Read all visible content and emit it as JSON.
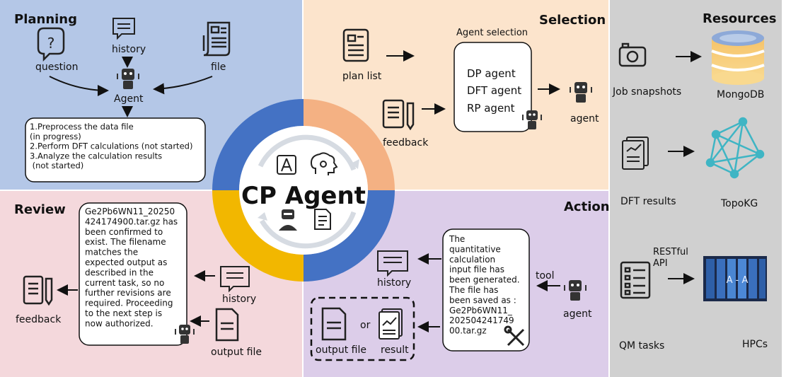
{
  "center": {
    "title": "CP Agent"
  },
  "planning": {
    "title": "Planning",
    "question_label": "question",
    "history_label": "history",
    "file_label": "file",
    "agent_label": "Agent",
    "plan_text": "1.Preprocess the data file\n(in progress)\n2.Perform DFT calculations (not started)\n3.Analyze the calculation results\n (not started)"
  },
  "selection": {
    "title": "Selection",
    "agent_selection_label": "Agent selection",
    "plan_list_label": "plan list",
    "feedback_label": "feedback",
    "agents": [
      "DP agent",
      "DFT agent",
      "RP agent"
    ],
    "agent_label": "agent"
  },
  "review": {
    "title": "Review",
    "feedback_label": "feedback",
    "history_label": "history",
    "output_file_label": "output file",
    "message": "Ge2Pb6WN11_20250\n424174900.tar.gz has\nbeen confirmed to\nexist. The filename\nmatches the\nexpected output as\ndescribed in the\ncurrent task, so no\nfurther revisions are\nrequired. Proceeding\nto the next step is\nnow authorized."
  },
  "action": {
    "title": "Action",
    "history_label": "history",
    "tool_label": "tool",
    "agent_label": "agent",
    "output_file_label": "output file",
    "or_label": "or",
    "result_label": "result",
    "message": "The\nquantitative\ncalculation\ninput file has\nbeen generated.\nThe file has\nbeen saved as :\nGe2Pb6WN11_\n202504241749\n00.tar.gz"
  },
  "resources": {
    "title": "Resources",
    "job_snapshots_label": "Job snapshots",
    "mongodb_label": "MongoDB",
    "dft_results_label": "DFT results",
    "topokg_label": "TopoKG",
    "restful_label": "RESTful",
    "api_label": "API",
    "qm_tasks_label": "QM tasks",
    "hpcs_label": "HPCs",
    "hpc_panel_text": "A - A"
  },
  "colors": {
    "planning_bg": "#b4c7e7",
    "selection_bg": "#fce4cc",
    "review_bg": "#f4d8dc",
    "action_bg": "#dccde9",
    "resources_bg": "#d0d0d0",
    "ring_blue": "#4472c4",
    "ring_orange": "#f4b183",
    "ring_yellow": "#f2b700"
  }
}
